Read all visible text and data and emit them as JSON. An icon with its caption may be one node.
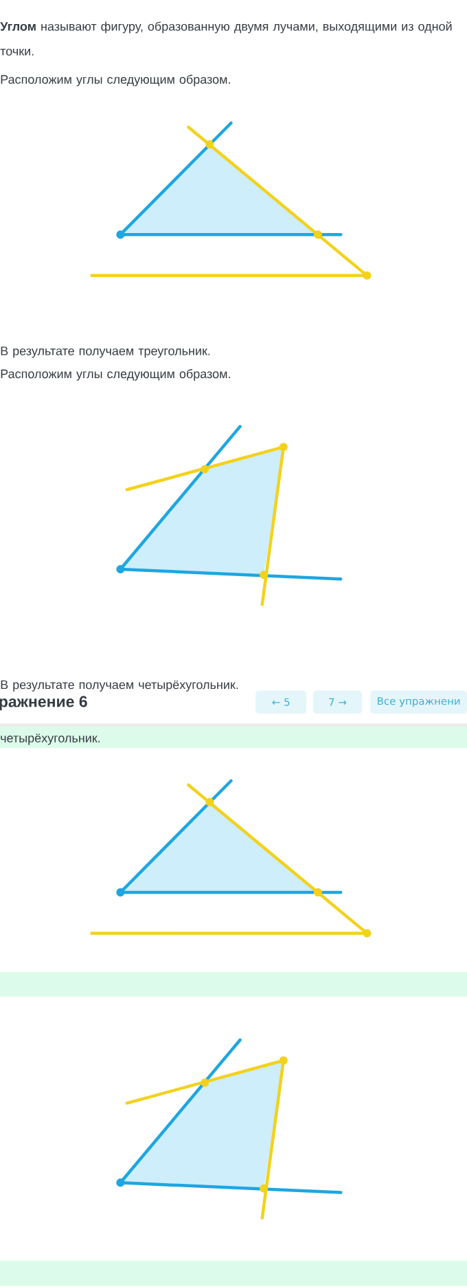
{
  "diagram": {
    "labels": [
      "**Углом** называют фигуру, образованную двумя лучами, выходящими из одной точки.",
      "Расположим углы следующим образом.",
      "В результате получаем треугольник.",
      "Расположим углы следующим образом.",
      "В результате получаем четырёхугольник.",
      "ражнение 6",
      "← 5",
      "7 →",
      "Все упражнени",
      "четырёхугольник."
    ]
  }
}
